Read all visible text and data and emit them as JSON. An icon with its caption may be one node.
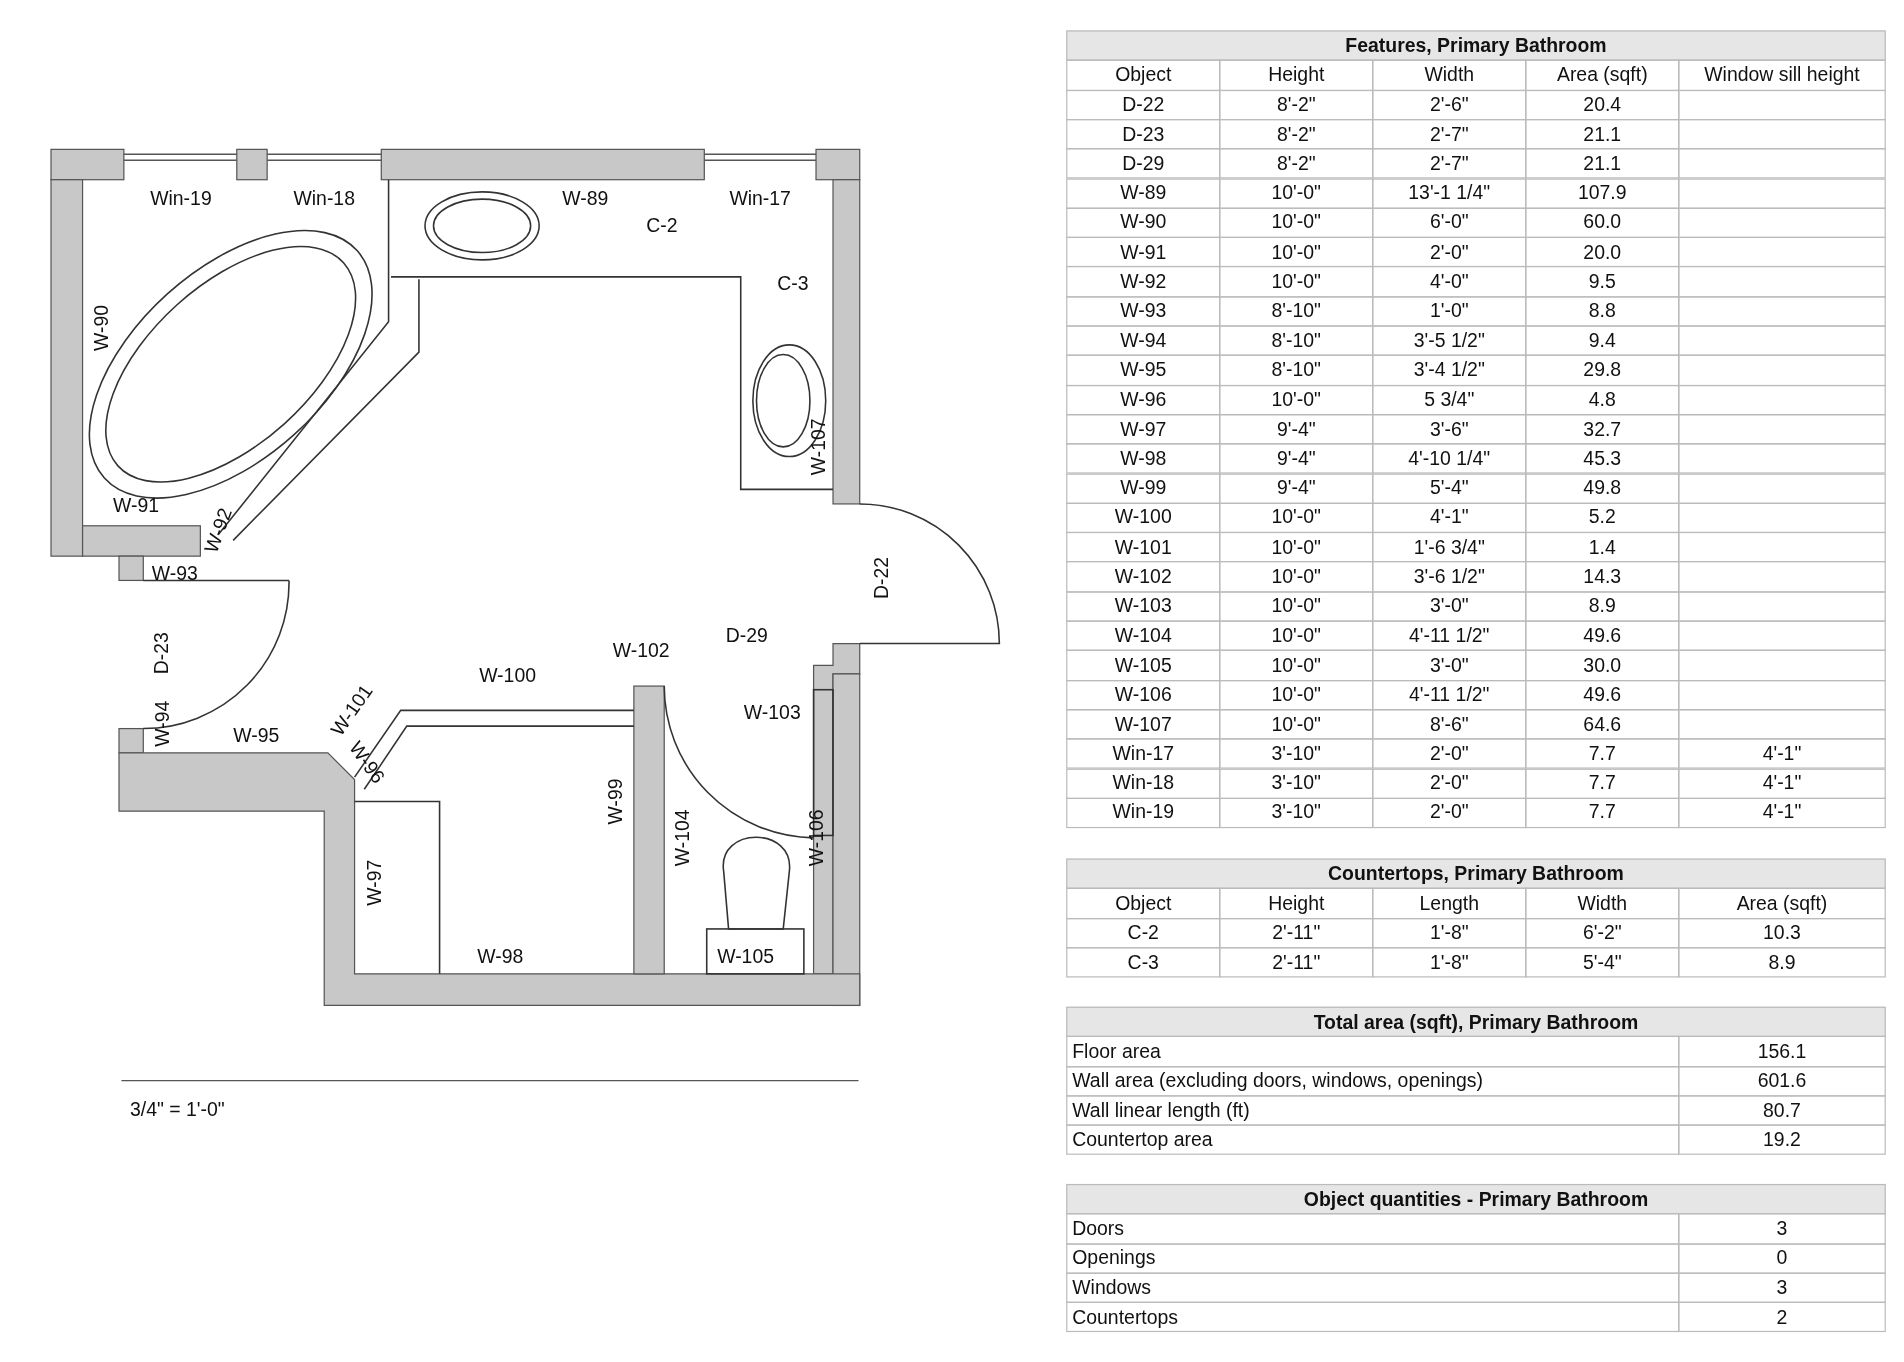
{
  "diagram": {
    "labels": [
      "Win-19",
      "Win-18",
      "W-89",
      "Win-17",
      "C-2",
      "C-3",
      "W-90",
      "W-107",
      "W-91",
      "W-92",
      "W-93",
      "D-22",
      "D-23",
      "D-29",
      "W-102",
      "W-100",
      "W-94",
      "W-95",
      "W-101",
      "W-96",
      "W-103",
      "W-99",
      "W-104",
      "W-106",
      "W-97",
      "W-98",
      "W-105",
      "3/4\" = 1'-0\"",
      "Features, Primary Bathroom",
      "Object",
      "Height",
      "Width",
      "Area (sqft)",
      "Window sill height",
      "D-22",
      "8'-2\"",
      "2'-6\"",
      "20.4",
      "D-23",
      "8'-2\"",
      "2'-7\"",
      "21.1",
      "D-29",
      "8'-2\"",
      "2'-7\"",
      "21.1",
      "W-89",
      "10'-0\"",
      "13'-1 1/4\"",
      "107.9",
      "W-90",
      "10'-0\"",
      "6'-0\"",
      "60.0",
      "W-91",
      "10'-0\"",
      "2'-0\"",
      "20.0",
      "W-92",
      "10'-0\"",
      "4'-0\"",
      "9.5",
      "W-93",
      "8'-10\"",
      "1'-0\"",
      "8.8",
      "W-94",
      "8'-10\"",
      "3'-5 1/2\"",
      "9.4",
      "W-95",
      "8'-10\"",
      "3'-4 1/2\"",
      "29.8",
      "W-96",
      "10'-0\"",
      "5 3/4\"",
      "4.8",
      "W-97",
      "9'-4\"",
      "3'-6\"",
      "32.7",
      "W-98",
      "9'-4\"",
      "4'-10 1/4\"",
      "45.3",
      "W-99",
      "9'-4\"",
      "5'-4\"",
      "49.8",
      "W-100",
      "10'-0\"",
      "4'-1\"",
      "5.2",
      "W-101",
      "10'-0\"",
      "1'-6 3/4\"",
      "1.4",
      "W-102",
      "10'-0\"",
      "3'-6 1/2\"",
      "14.3",
      "W-103",
      "10'-0\"",
      "3'-0\"",
      "8.9",
      "W-104",
      "10'-0\"",
      "4'-11 1/2\"",
      "49.6",
      "W-105",
      "10'-0\"",
      "3'-0\"",
      "30.0",
      "W-106",
      "10'-0\"",
      "4'-11 1/2\"",
      "49.6",
      "W-107",
      "10'-0\"",
      "8'-6\"",
      "64.6",
      "Win-17",
      "3'-10\"",
      "2'-0\"",
      "7.7",
      "4'-1\"",
      "Win-18",
      "3'-10\"",
      "2'-0\"",
      "7.7",
      "4'-1\"",
      "Win-19",
      "3'-10\"",
      "2'-0\"",
      "7.7",
      "4'-1\"",
      "Countertops, Primary Bathroom",
      "Object",
      "Height",
      "Length",
      "Width",
      "Area (sqft)",
      "C-2",
      "2'-11\"",
      "1'-8\"",
      "6'-2\"",
      "10.3",
      "C-3",
      "2'-11\"",
      "1'-8\"",
      "5'-4\"",
      "8.9",
      "Total area (sqft), Primary Bathroom",
      "Floor area",
      "156.1",
      "Wall area (excluding doors, windows, openings)",
      "601.6",
      "Wall linear length (ft)",
      "80.7",
      "Countertop area",
      "19.2",
      "Object quantities - Primary Bathroom",
      "Doors",
      "3",
      "Openings",
      "0",
      "Windows",
      "3",
      "Countertops",
      "2"
    ]
  }
}
